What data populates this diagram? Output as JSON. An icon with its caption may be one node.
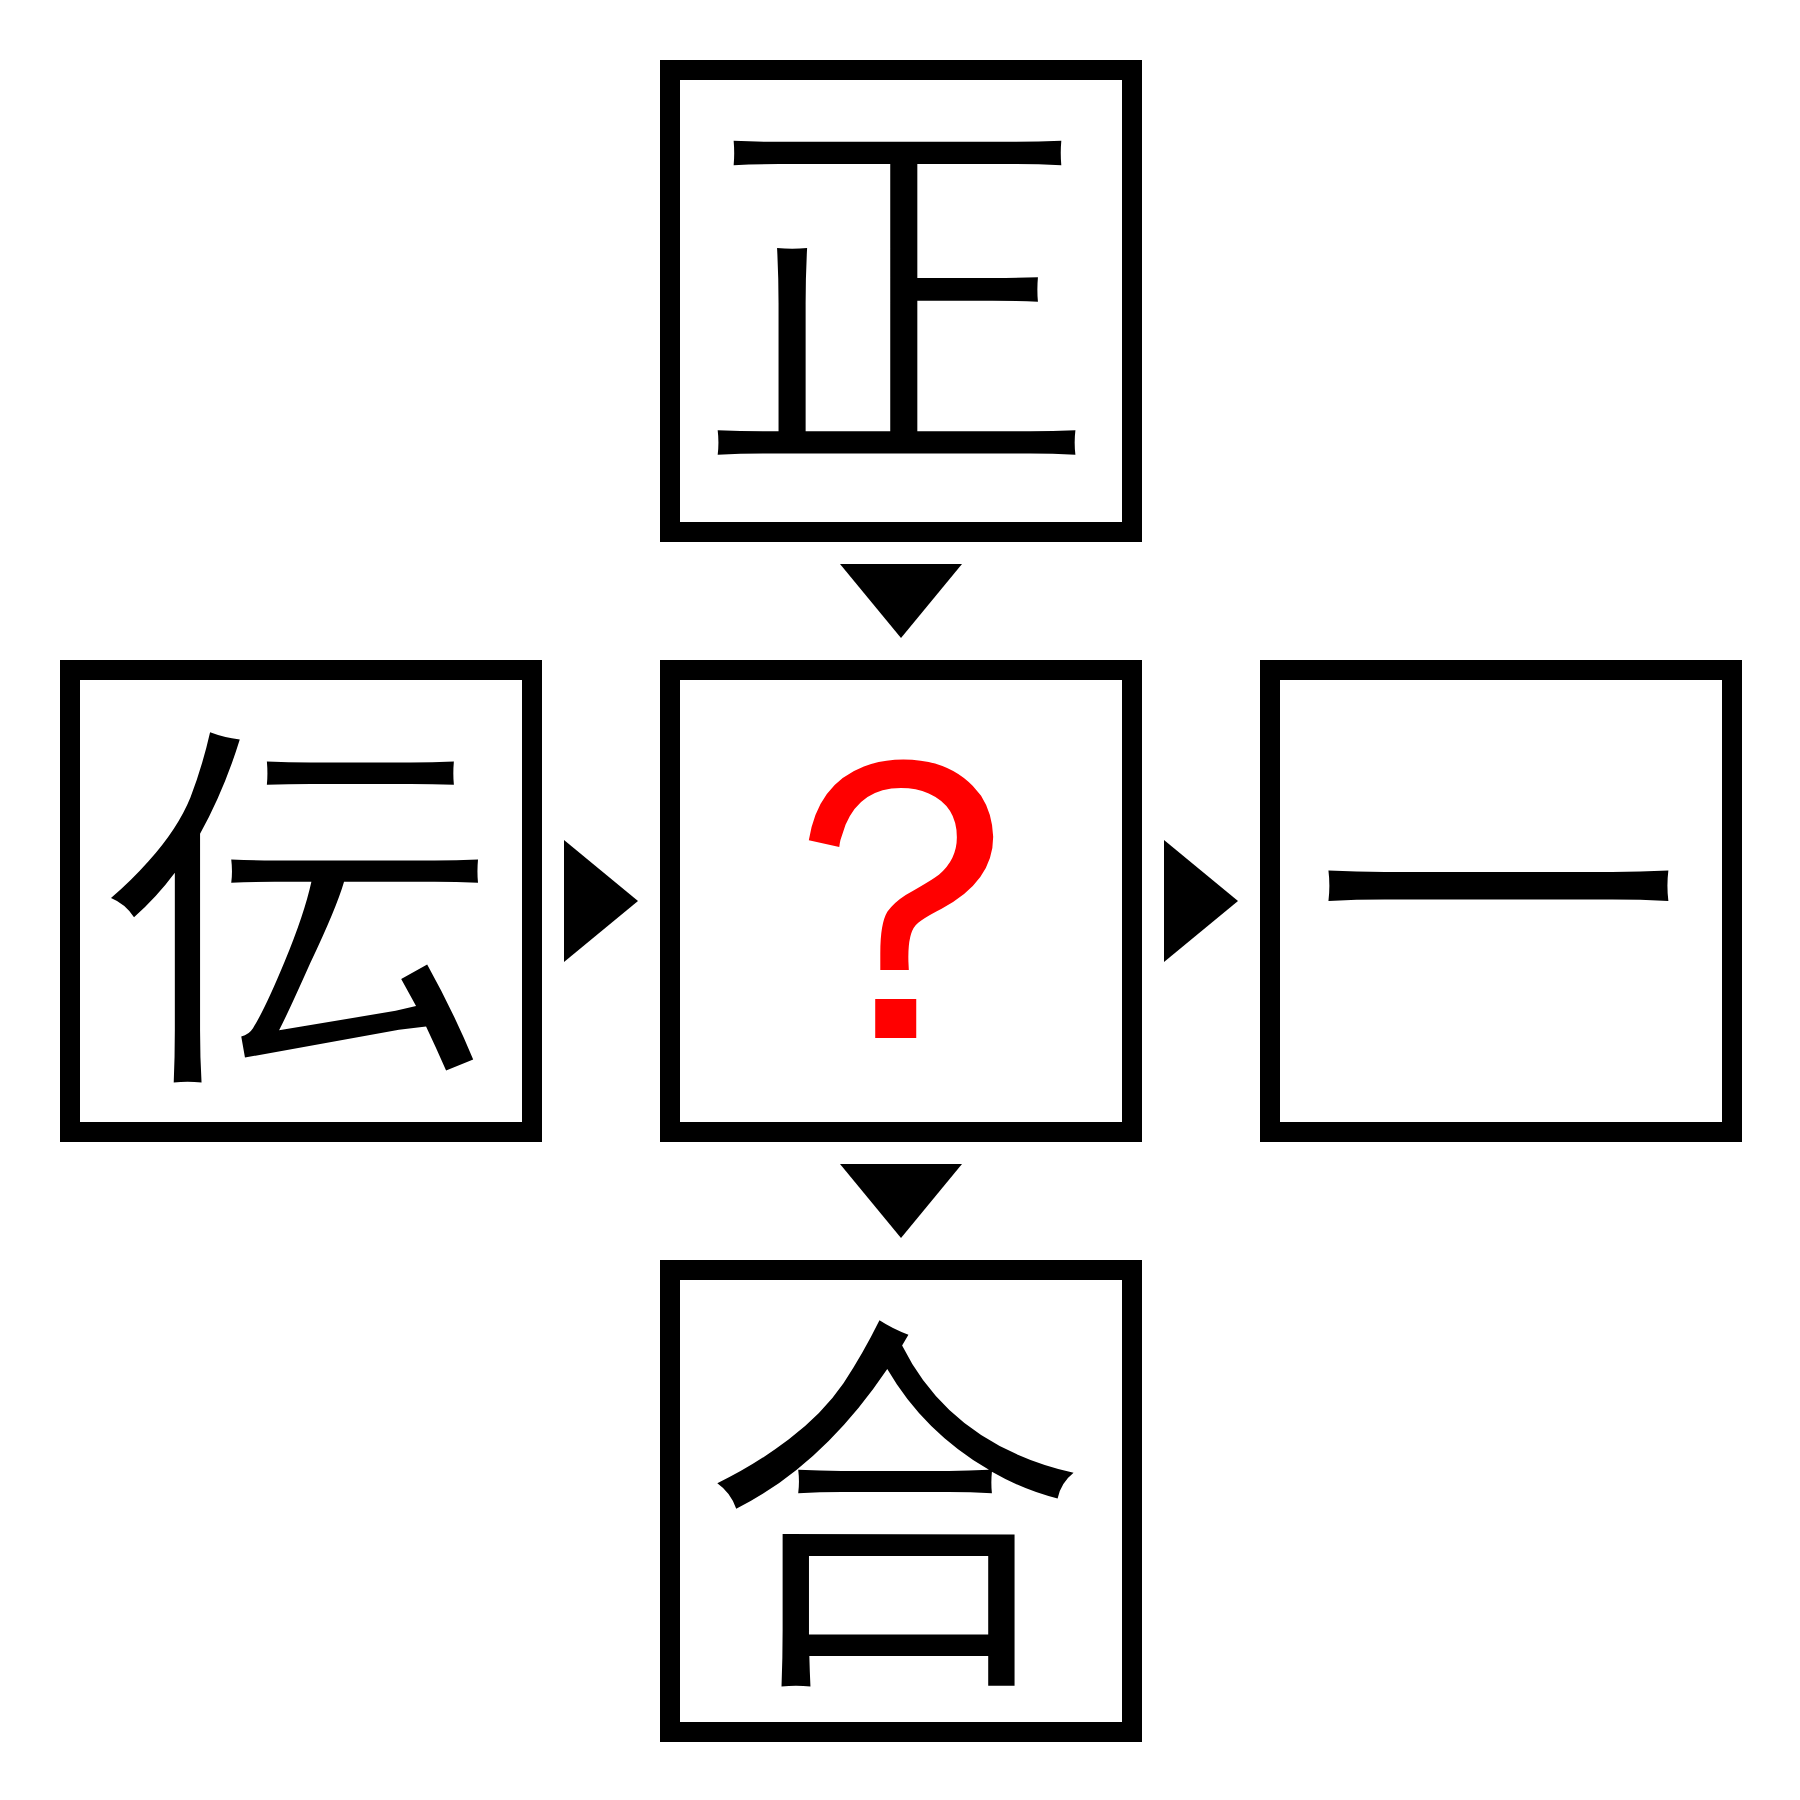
{
  "diagram": {
    "nodes": [
      {
        "text": [
          "正"
        ]
      },
      {
        "text": [
          "伝"
        ]
      },
      {
        "text": [
          "？"
        ]
      },
      {
        "text": [
          "一"
        ]
      },
      {
        "text": [
          "合"
        ]
      }
    ],
    "edges": [
      {
        "from": 0,
        "to": 2,
        "arrow": "to"
      },
      {
        "from": 1,
        "to": 2,
        "arrow": "to"
      },
      {
        "from": 2,
        "to": 3,
        "arrow": "to"
      },
      {
        "from": 2,
        "to": 4,
        "arrow": "to"
      }
    ]
  }
}
